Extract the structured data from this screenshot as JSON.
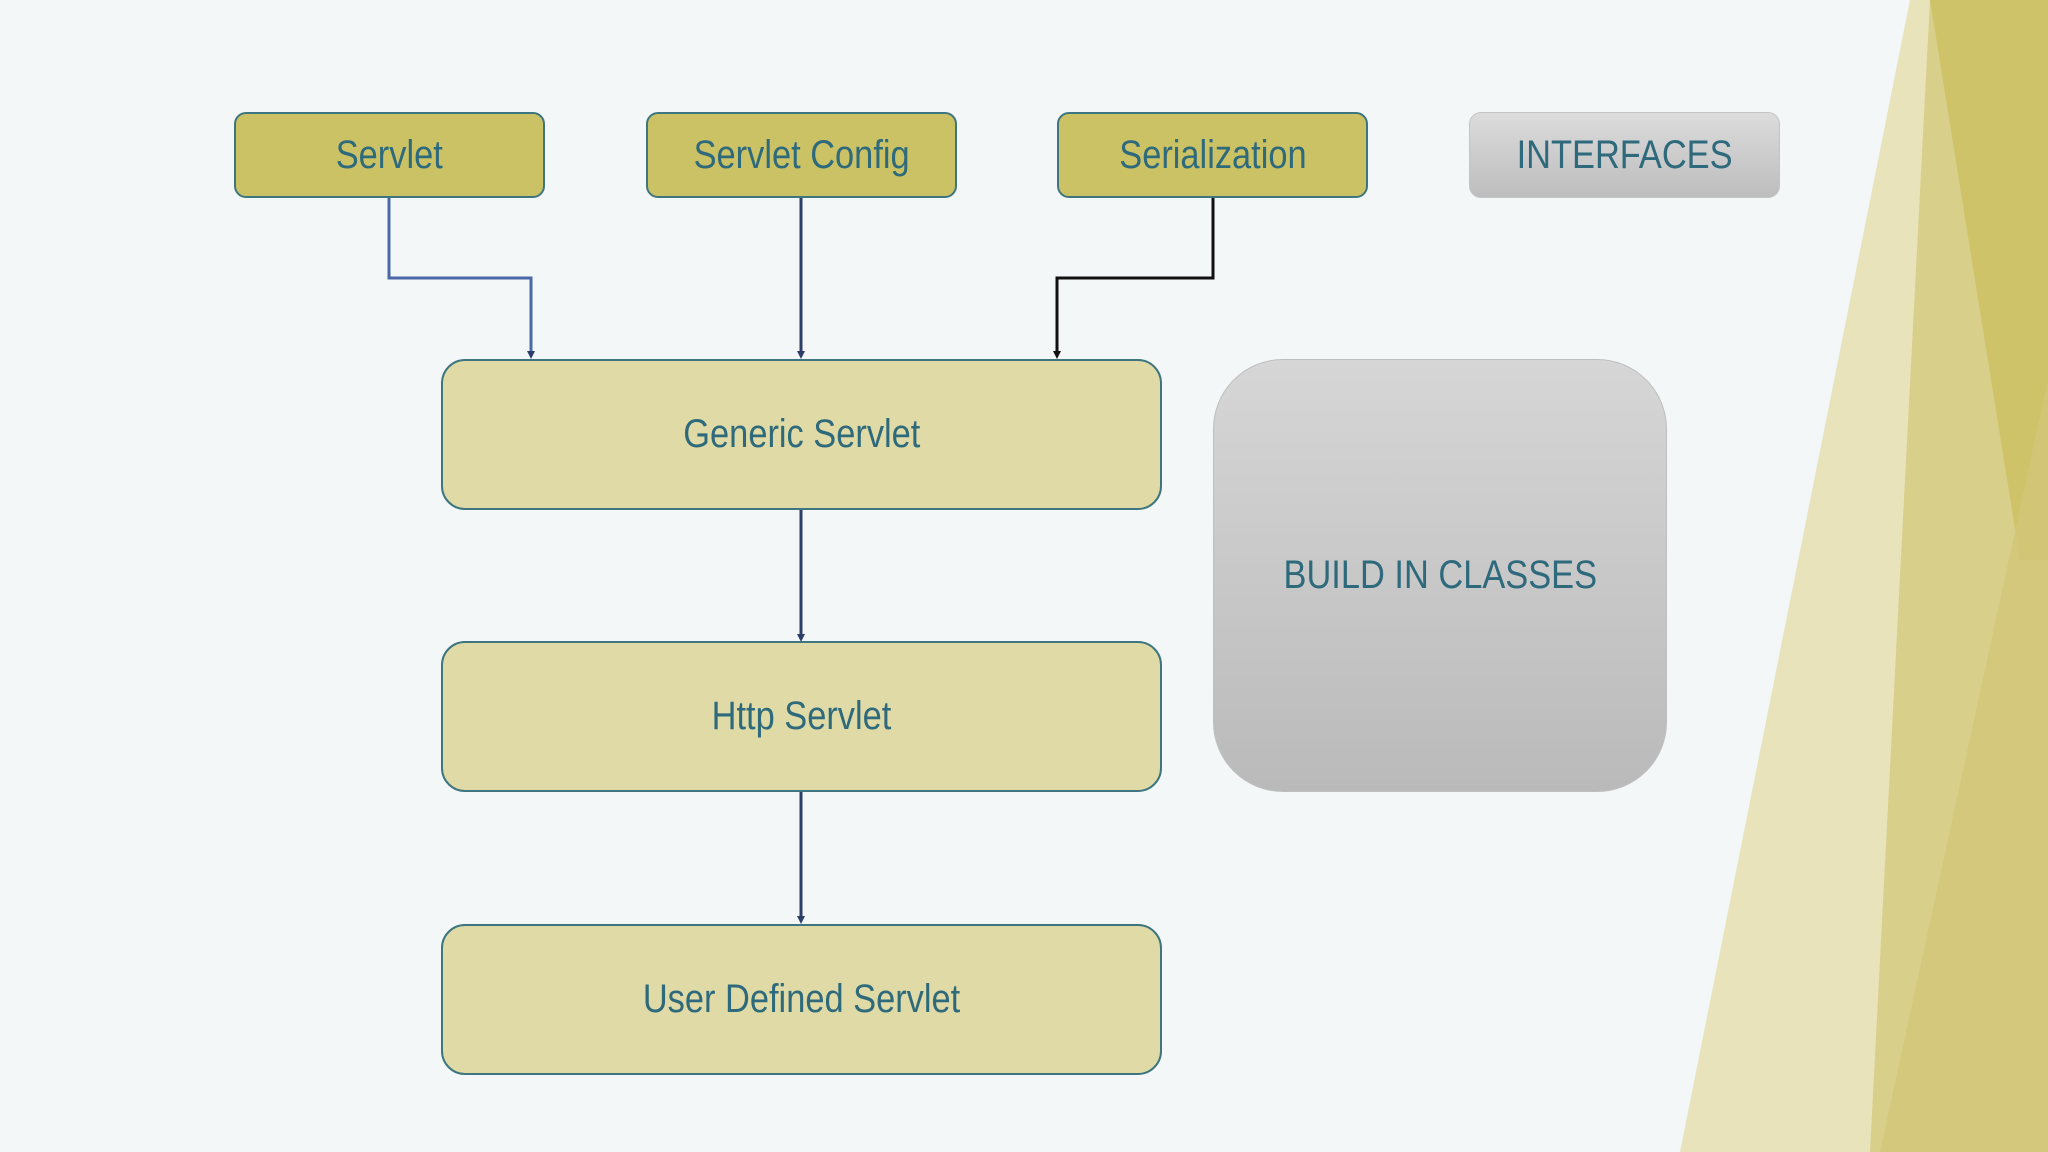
{
  "interfaces": [
    {
      "label": "Servlet"
    },
    {
      "label": "Servlet Config"
    },
    {
      "label": "Serialization"
    }
  ],
  "legend": {
    "interfaces_label": "INTERFACES",
    "classes_label": "BUILD IN CLASSES"
  },
  "classes": [
    {
      "label": "Generic Servlet"
    },
    {
      "label": "Http Servlet"
    },
    {
      "label": "User Defined Servlet"
    }
  ],
  "colors": {
    "interface_fill": "#cbc265",
    "class_fill": "#dfdaa6",
    "border": "#3d7580",
    "text": "#2e6a7c",
    "legend_fill": "#c8c8c8",
    "background": "#f4f7f7",
    "accent_gold": "#c9bd55"
  }
}
